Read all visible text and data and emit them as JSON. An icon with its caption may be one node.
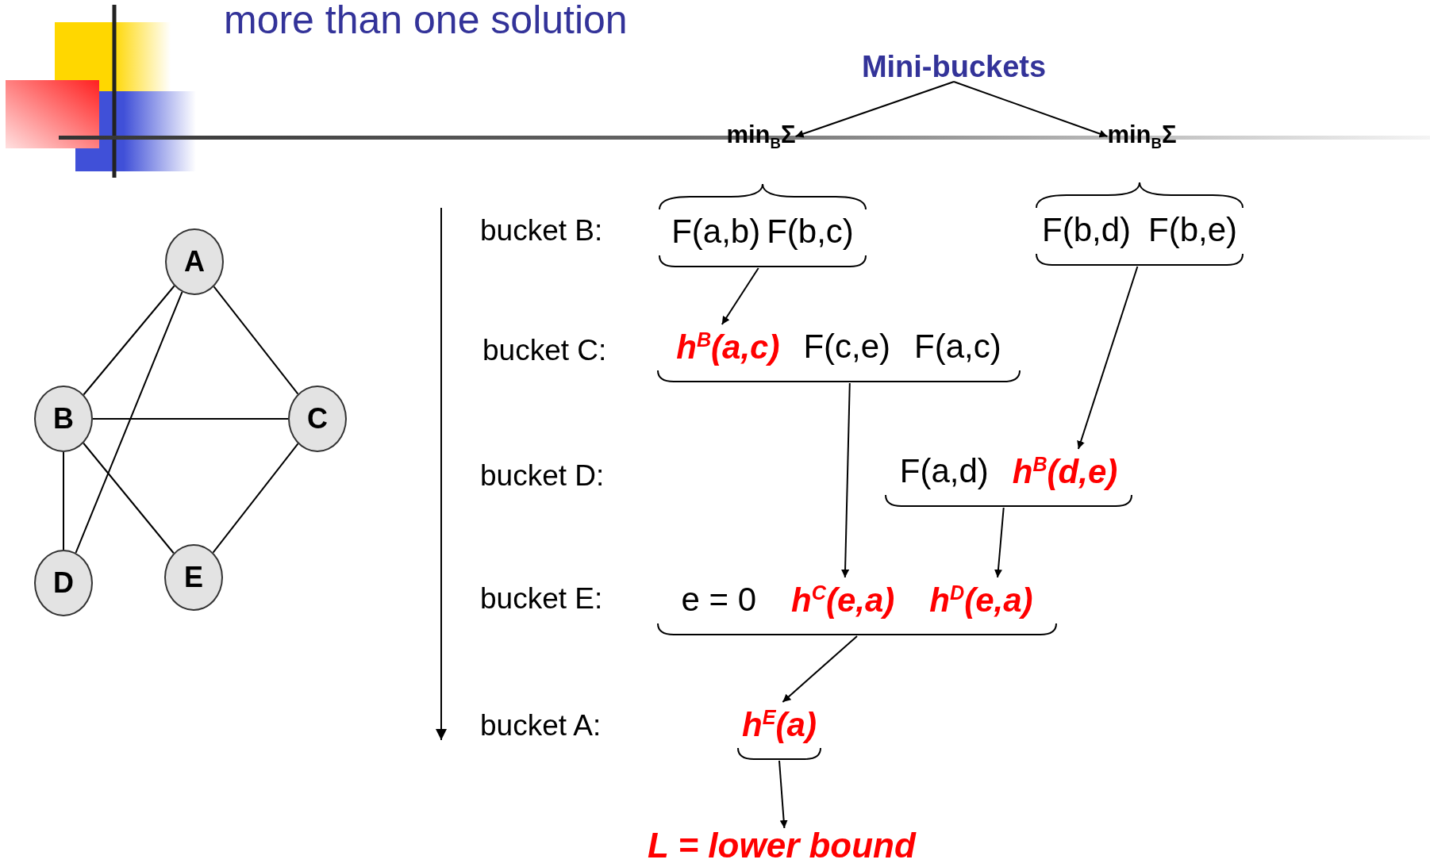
{
  "diagram": {
    "title": "more than one solution",
    "nodes": [
      {
        "text": [
          "Mini-buckets"
        ]
      },
      {
        "text": [
          "min$_{B}$Σ"
        ]
      },
      {
        "text": [
          "min$_{B}$Σ"
        ]
      },
      {
        "text": [
          "F(a,b)",
          "F(b,c)"
        ]
      },
      {
        "text": [
          "F(b,d)",
          "F(b,e)"
        ]
      },
      {
        "text": [
          "h$^{B}$(a,c)",
          "F(c,e)",
          "F(a,c)"
        ]
      },
      {
        "text": [
          "F(a,d)",
          "h$^{B}$(d,e)"
        ]
      },
      {
        "text": [
          "e = 0",
          "h$^{C}$(e,a)",
          "h$^{D}$(e,a)"
        ]
      },
      {
        "text": [
          "h$^{E}$(a)"
        ]
      },
      {
        "text": [
          "L = lower bound"
        ]
      },
      {
        "text": [
          "A"
        ]
      },
      {
        "text": [
          "B"
        ]
      },
      {
        "text": [
          "C"
        ]
      },
      {
        "text": [
          "D"
        ]
      },
      {
        "text": [
          "E"
        ]
      }
    ],
    "edges": [
      {
        "from": 0,
        "to": 1,
        "arrow": "to"
      },
      {
        "from": 0,
        "to": 2,
        "arrow": "to"
      },
      {
        "from": 3,
        "to": 5,
        "arrow": "to"
      },
      {
        "from": 4,
        "to": 6,
        "arrow": "to"
      },
      {
        "from": 5,
        "to": 7,
        "arrow": "to"
      },
      {
        "from": 6,
        "to": 7,
        "arrow": "to"
      },
      {
        "from": 7,
        "to": 8,
        "arrow": "to"
      },
      {
        "from": 8,
        "to": 9,
        "arrow": "to"
      },
      {
        "from": 10,
        "to": 11,
        "arrow": "none"
      },
      {
        "from": 10,
        "to": 12,
        "arrow": "none"
      },
      {
        "from": 10,
        "to": 13,
        "arrow": "none"
      },
      {
        "from": 11,
        "to": 12,
        "arrow": "none"
      },
      {
        "from": 11,
        "to": 13,
        "arrow": "none"
      },
      {
        "from": 11,
        "to": 14,
        "arrow": "none"
      },
      {
        "from": 12,
        "to": 14,
        "arrow": "none"
      }
    ],
    "labels": [
      "bucket B:",
      "bucket C:",
      "bucket D:",
      "bucket E:",
      "bucket A:"
    ]
  }
}
